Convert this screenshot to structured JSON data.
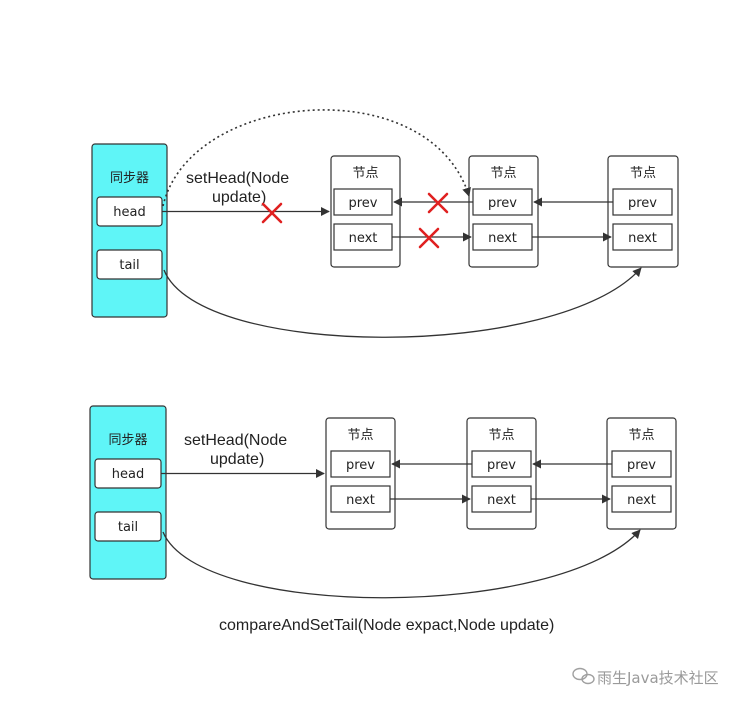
{
  "sync_label": "同步器",
  "head_label": "head",
  "tail_label": "tail",
  "node_label": "节点",
  "prev_label": "prev",
  "next_label": "next",
  "sethead_line1": "setHead(Node",
  "sethead_line2": "update)",
  "bottom_caption": "compareAndSetTail(Node expact,Node update)",
  "watermark": "雨生Java技术社区",
  "colors": {
    "sync_fill": "#5ff5f7",
    "stroke": "#333333",
    "cross": "#e02020"
  }
}
